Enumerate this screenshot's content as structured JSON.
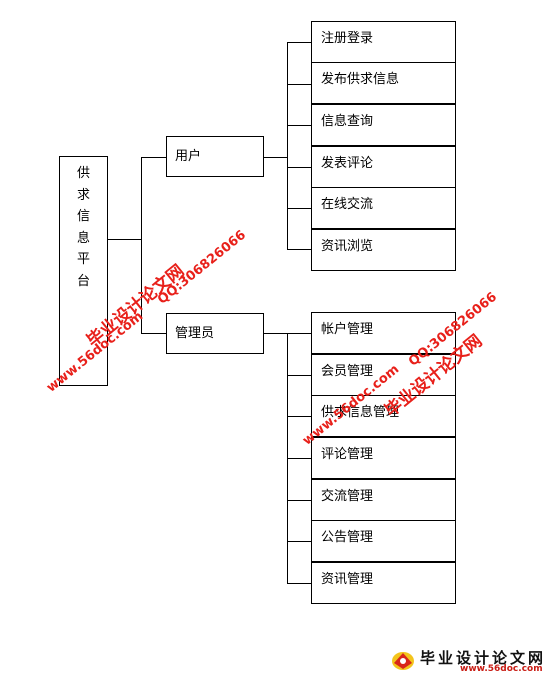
{
  "root": {
    "chars": [
      "供",
      "求",
      "信",
      "息",
      "平",
      "台"
    ]
  },
  "roles": [
    {
      "label": "用户",
      "functions": [
        "注册登录",
        "发布供求信息",
        "信息查询",
        "发表评论",
        "在线交流",
        "资讯浏览"
      ]
    },
    {
      "label": "管理员",
      "functions": [
        "帐户管理",
        "会员管理",
        "供求信息管理",
        "评论管理",
        "交流管理",
        "公告管理",
        "资讯管理"
      ]
    }
  ],
  "watermarks": {
    "site_name": "毕业设计论文网",
    "url": "www.56doc.com",
    "qq": "QQ:306826066"
  },
  "logo": {
    "title": "毕业设计论文网",
    "url": "www.56doc.com"
  },
  "colors": {
    "watermark": "#e8201a",
    "line": "#000000"
  }
}
